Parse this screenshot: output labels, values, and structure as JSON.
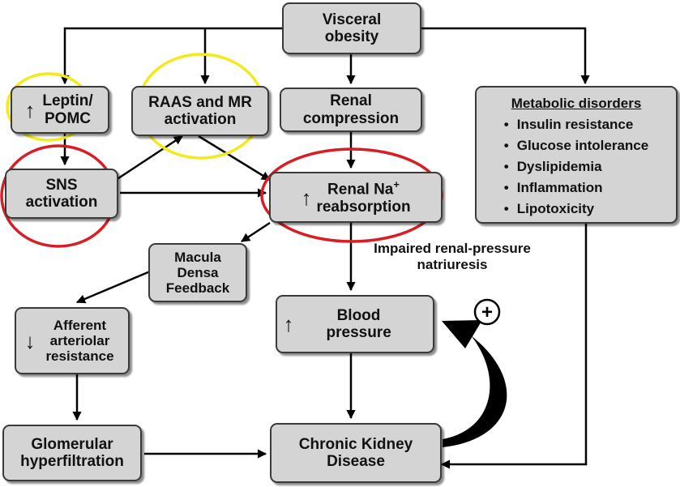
{
  "nodes": {
    "visceral_obesity": "Visceral obesity",
    "leptin": "Leptin/ POMC",
    "raas": "RAAS and MR activation",
    "renal_compression": "Renal compression",
    "sns": "SNS activation",
    "renal_na_main": "Renal Na",
    "renal_na_sup": "+",
    "renal_na_sub": "reabsorption",
    "macula_densa": "Macula Densa Feedback",
    "afferent": "Afferent arteriolar resistance",
    "blood_pressure": "Blood pressure",
    "glomerular": "Glomerular hyperfiltration",
    "ckd": "Chronic Kidney Disease"
  },
  "metabolic": {
    "title": "Metabolic disorders",
    "items": [
      "Insulin resistance",
      "Glucose intolerance",
      "Dyslipidemia",
      "Inflammation",
      "Lipotoxicity"
    ]
  },
  "labels": {
    "impaired": "Impaired renal-pressure natriuresis",
    "plus": "+"
  },
  "symbols": {
    "up": "↑",
    "down": "↓"
  },
  "colors": {
    "box_fill": "#d4d4d4",
    "highlight_yellow": "#f3ea1a",
    "highlight_red": "#d81e24"
  }
}
